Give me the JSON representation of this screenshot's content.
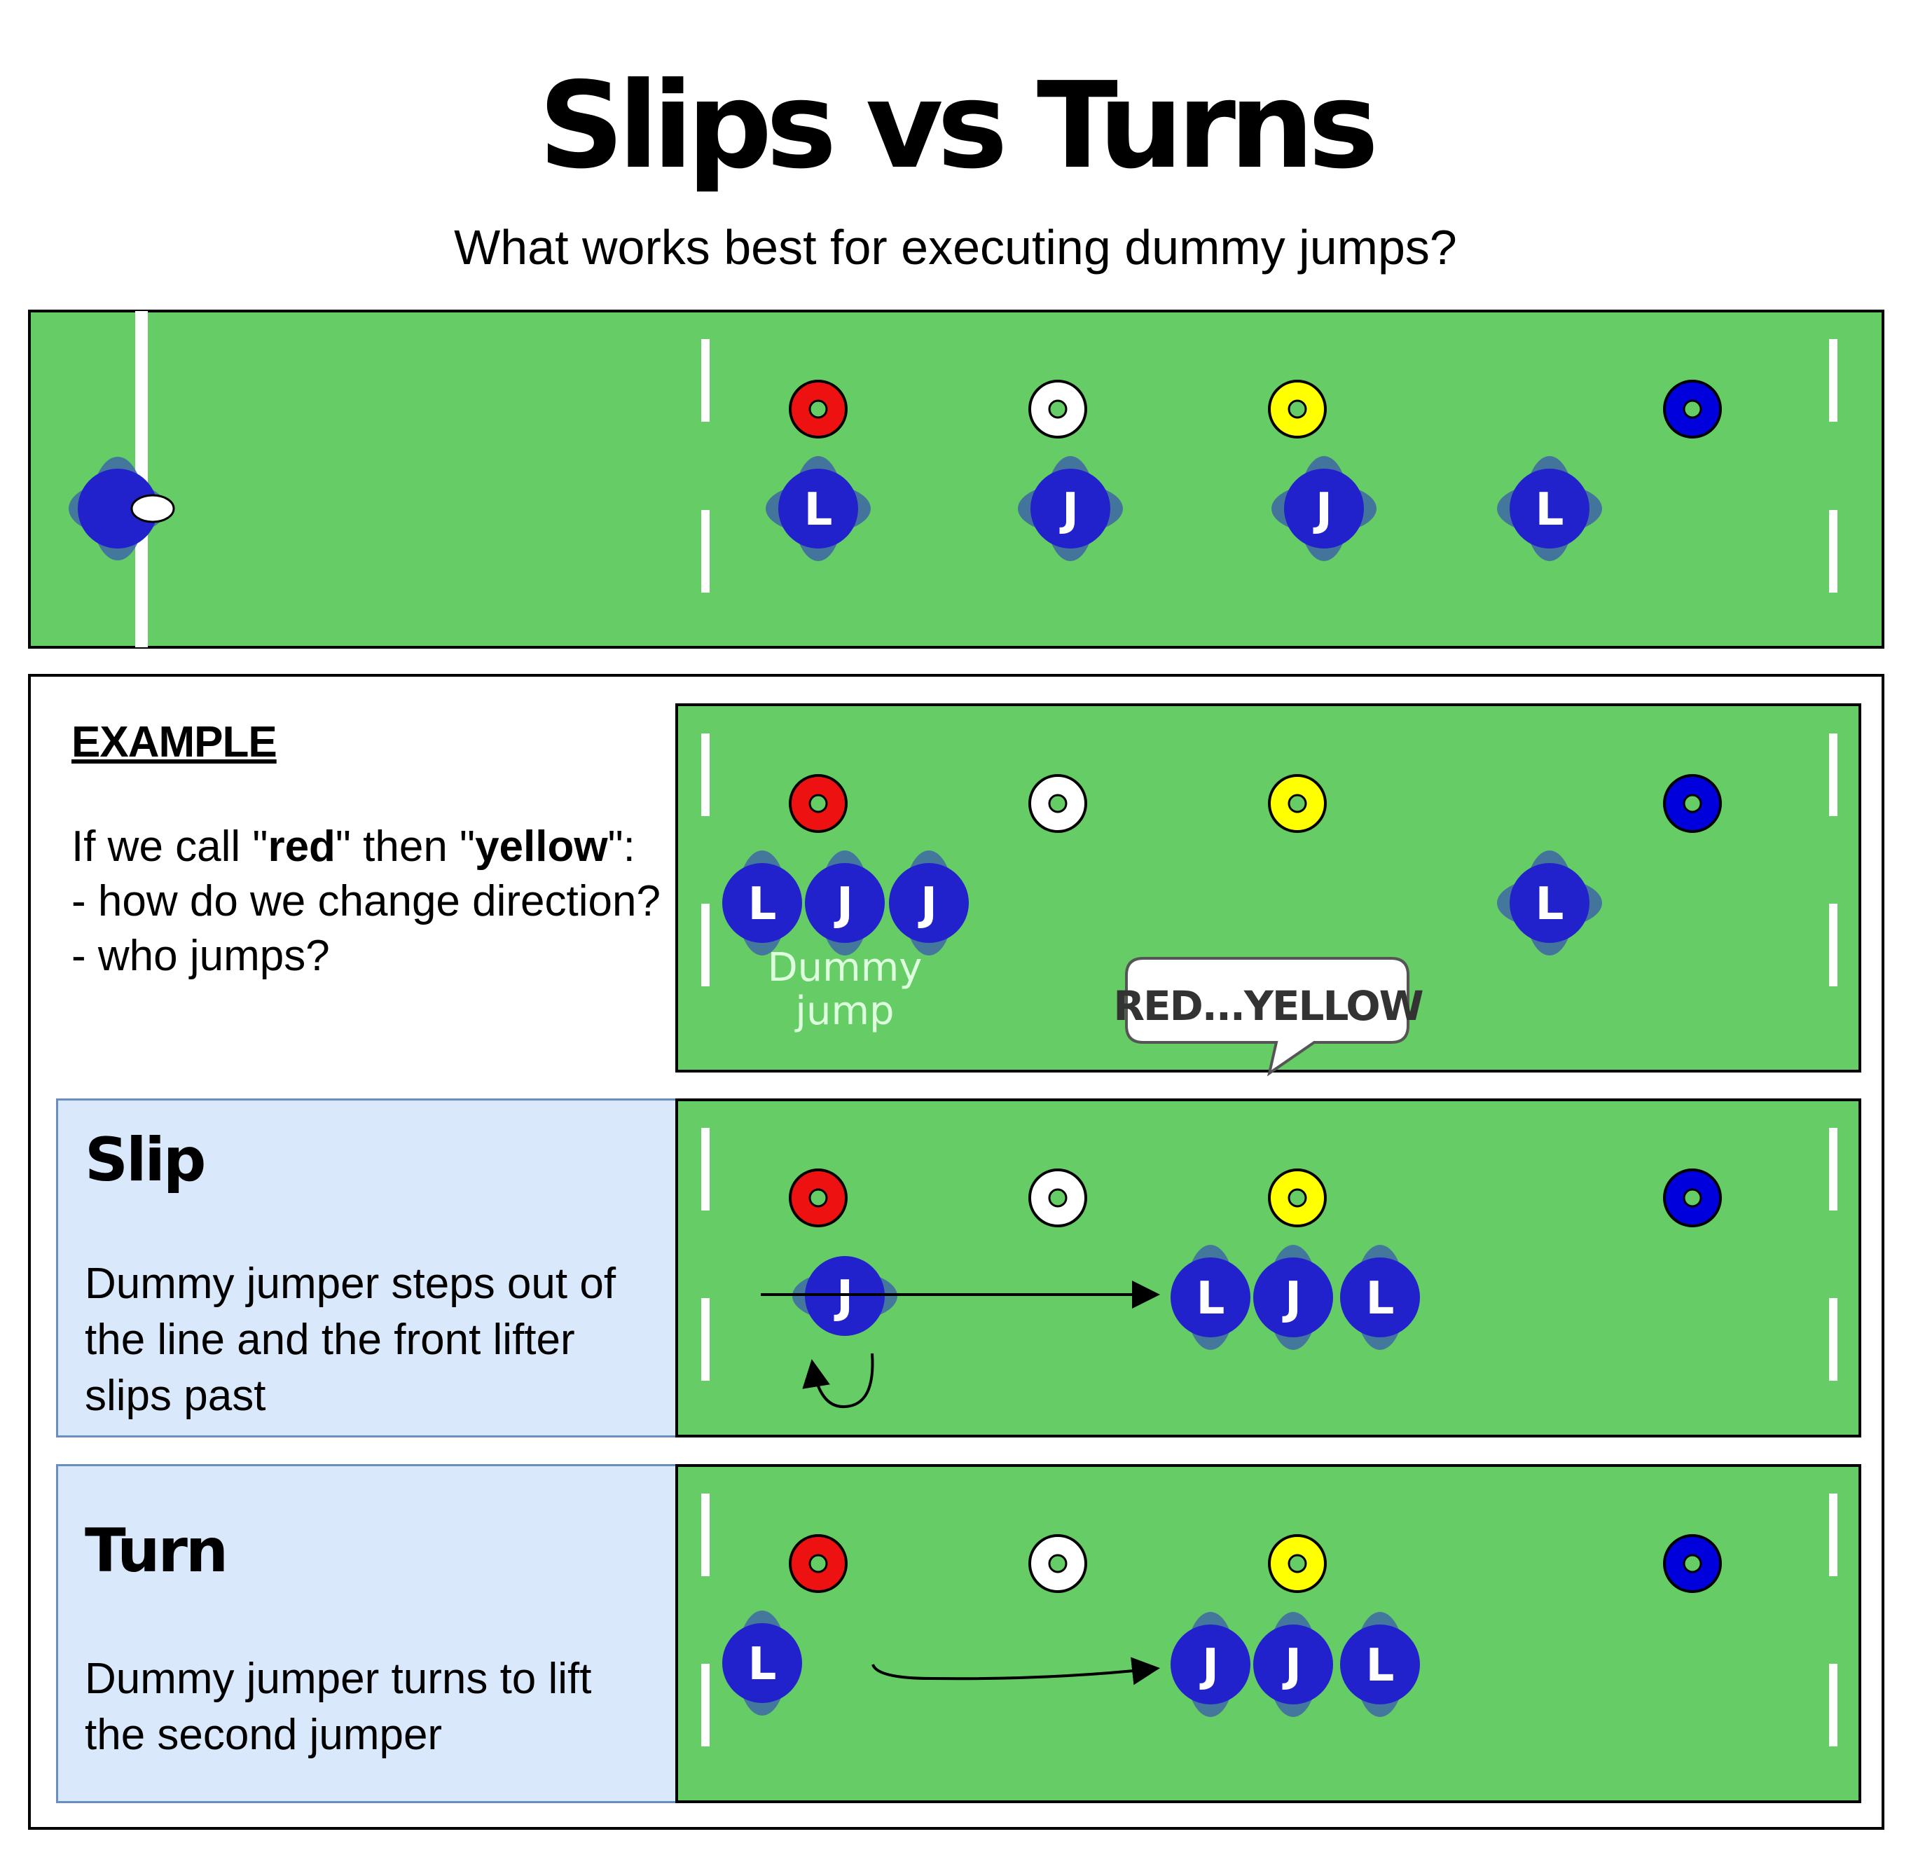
{
  "title": "Slips vs Turns",
  "subtitle": "What works best for executing dummy jumps?",
  "example": {
    "heading": "EXAMPLE",
    "line1_pre": "If we call \"",
    "call1": "red",
    "line1_mid": "\" then \"",
    "call2": "yellow",
    "line1_post": "\":",
    "line2": "- how do we change direction?",
    "line3": "- who jumps?",
    "dummy_label_1": "Dummy",
    "dummy_label_2": "jump",
    "speech": "RED...YELLOW"
  },
  "slip": {
    "title": "Slip",
    "desc_1": "Dummy jumper steps out of",
    "desc_2": "the line and the front lifter",
    "desc_3": "slips past"
  },
  "turn": {
    "title": "Turn",
    "desc_1": "Dummy jumper turns to lift",
    "desc_2": "the second jumper"
  },
  "cone_colors": {
    "red": "#ee1111",
    "white": "#ffffff",
    "yellow": "#ffff00",
    "blue": "#0000dd"
  },
  "pitch_color": "#66cc66",
  "player_color": "#2222cc",
  "player_letters": {
    "lifter": "L",
    "jumper": "J"
  }
}
